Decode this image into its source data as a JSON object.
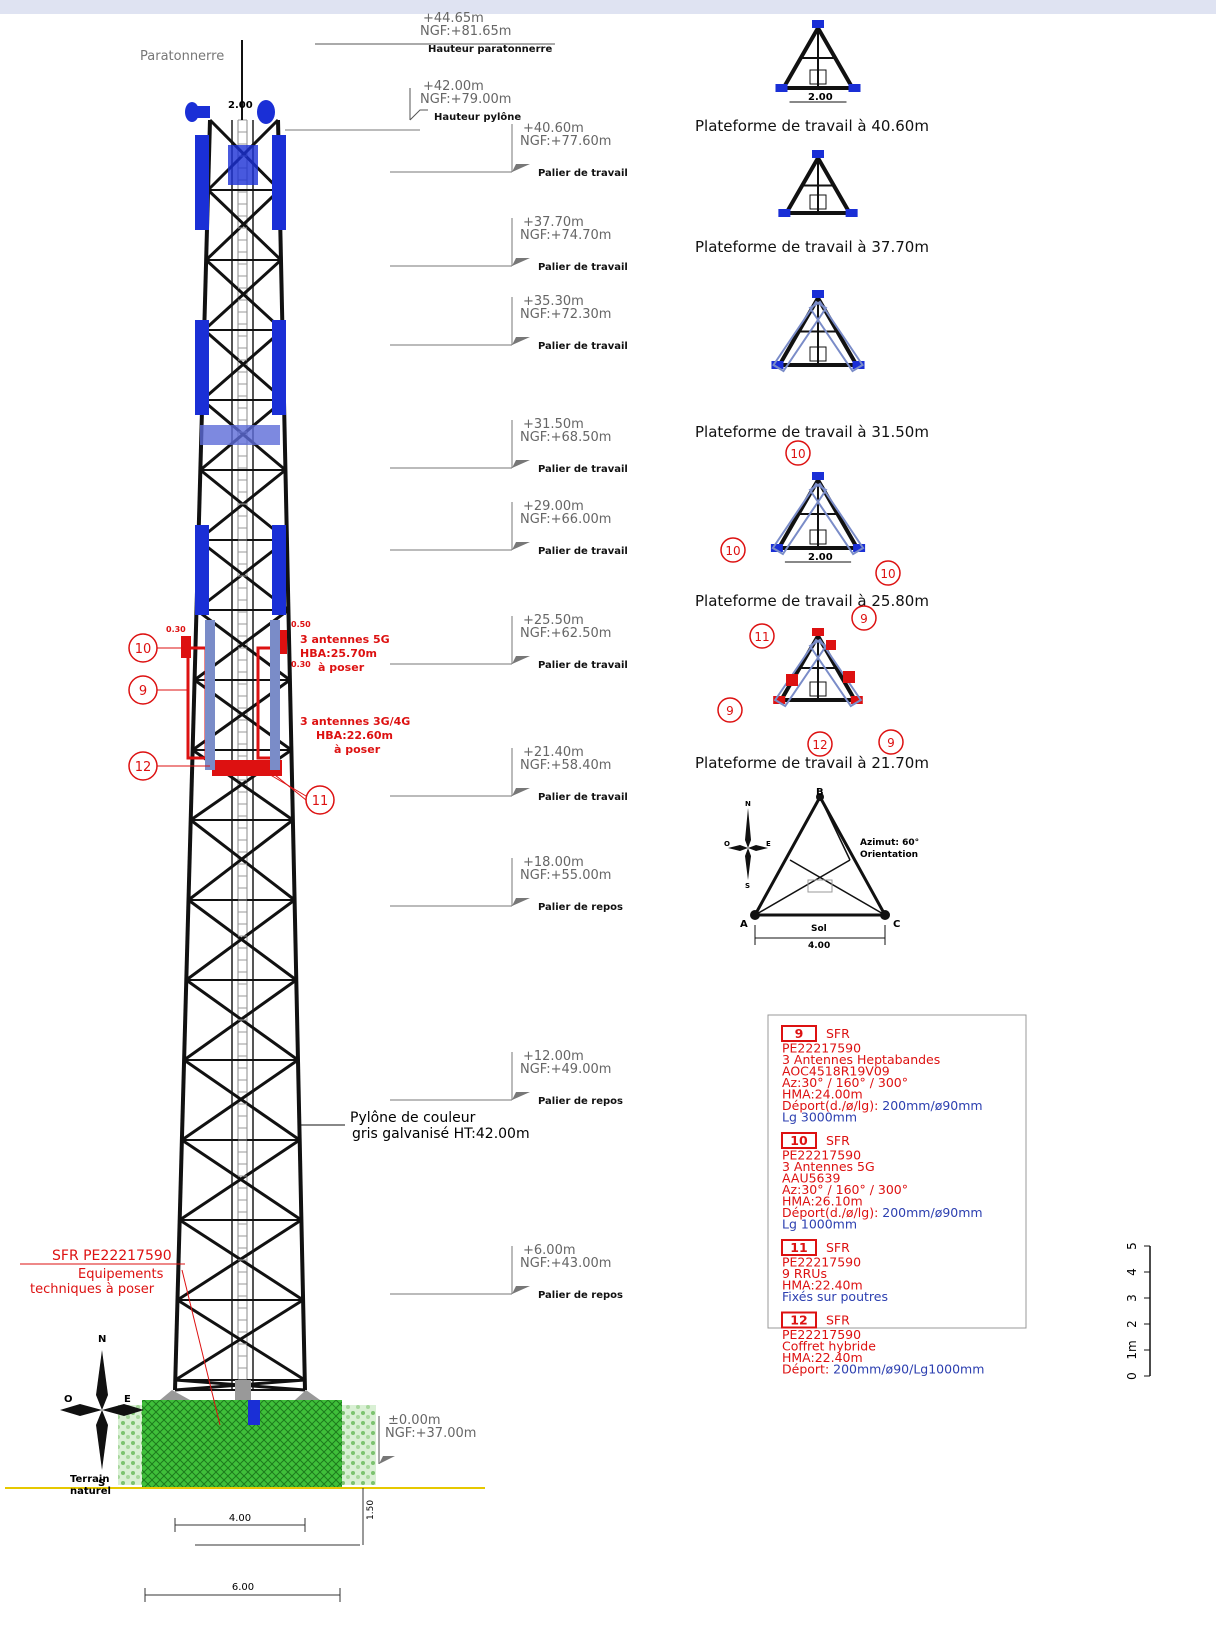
{
  "elevation_labels": [
    {
      "rel": "+44.65m",
      "ngf": "NGF:+81.65m",
      "note": "Hauteur paratonnerre"
    },
    {
      "rel": "+42.00m",
      "ngf": "NGF:+79.00m",
      "note": "Hauteur pylône"
    },
    {
      "rel": "+40.60m",
      "ngf": "NGF:+77.60m",
      "note": "Palier de travail"
    },
    {
      "rel": "+37.70m",
      "ngf": "NGF:+74.70m",
      "note": "Palier de travail"
    },
    {
      "rel": "+35.30m",
      "ngf": "NGF:+72.30m",
      "note": "Palier de travail"
    },
    {
      "rel": "+31.50m",
      "ngf": "NGF:+68.50m",
      "note": "Palier de travail"
    },
    {
      "rel": "+29.00m",
      "ngf": "NGF:+66.00m",
      "note": "Palier de travail"
    },
    {
      "rel": "+25.50m",
      "ngf": "NGF:+62.50m",
      "note": "Palier de travail"
    },
    {
      "rel": "+21.40m",
      "ngf": "NGF:+58.40m",
      "note": "Palier de travail"
    },
    {
      "rel": "+18.00m",
      "ngf": "NGF:+55.00m",
      "note": "Palier de repos"
    },
    {
      "rel": "+12.00m",
      "ngf": "NGF:+49.00m",
      "note": "Palier de repos"
    },
    {
      "rel": "+6.00m",
      "ngf": "NGF:+43.00m",
      "note": "Palier de repos"
    },
    {
      "rel": "±0.00m",
      "ngf": "NGF:+37.00m",
      "note": ""
    }
  ],
  "tower": {
    "lightning_rod": "Paratonnerre",
    "top_width": "2.00",
    "description_1": "Pylône de couleur",
    "description_2": "gris galvanisé HT:42.00m",
    "terrain_1": "Terrain",
    "terrain_2": "naturel",
    "base_dim_1": "4.00",
    "base_dim_2": "6.00",
    "depth_dim": "1.50",
    "equip_1": "SFR PE22217590",
    "equip_2": "Equipements",
    "equip_3": "techniques à poser",
    "ant5g_1": "3 antennes 5G",
    "ant5g_2": "HBA:25.70m",
    "ant5g_3": "à poser",
    "ant4g_1": "3 antennes 3G/4G",
    "ant4g_2": "HBA:22.60m",
    "ant4g_3": "à poser",
    "offset_a": "0.30",
    "offset_b": "0.50",
    "offset_c": "0.30",
    "callout_10": "10",
    "callout_9": "9",
    "callout_12": "12",
    "callout_11": "11"
  },
  "compass": {
    "n": "N",
    "s": "S",
    "e": "E",
    "o": "O"
  },
  "platforms": [
    {
      "label": "Plateforme de travail à 40.60m",
      "dim": "2.00"
    },
    {
      "label": "Plateforme de travail à 37.70m",
      "dim": ""
    },
    {
      "label": "Plateforme de travail à 31.50m",
      "dim": ""
    },
    {
      "label": "Plateforme de travail à 25.80m",
      "dim": "2.00"
    },
    {
      "label": "Plateforme de travail à 21.70m",
      "dim": ""
    }
  ],
  "plan_callouts": {
    "c10": "10",
    "c11": "11",
    "c9": "9",
    "c12": "12"
  },
  "ground_plan": {
    "a": "A",
    "b": "B",
    "c": "C",
    "azimut_1": "Azimut: 60°",
    "azimut_2": "Orientation",
    "sol": "Sol",
    "dim": "4.00"
  },
  "legend": [
    {
      "num": "9",
      "brand": "SFR",
      "lines_red": [
        "PE22217590",
        "3 Antennes Heptabandes",
        "AOC4518R19V09",
        "Az:30° / 160° / 300°",
        "HMA:24.00m"
      ],
      "deport_label": "Déport(d./ø/lg):",
      "deport_value": "200mm/ø90mm",
      "length": "Lg 3000mm"
    },
    {
      "num": "10",
      "brand": "SFR",
      "lines_red": [
        "PE22217590",
        "3 Antennes 5G",
        "AAU5639",
        "Az:30° / 160° / 300°",
        "HMA:26.10m"
      ],
      "deport_label": "Déport(d./ø/lg):",
      "deport_value": "200mm/ø90mm",
      "length": "Lg 1000mm"
    },
    {
      "num": "11",
      "brand": "SFR",
      "lines_red": [
        "PE22217590",
        "9 RRUs",
        "HMA:22.40m"
      ],
      "note": "Fixés sur poutres"
    },
    {
      "num": "12",
      "brand": "SFR",
      "lines_red": [
        "PE22217590",
        "Coffret hybride",
        "HMA:22.40m"
      ],
      "deport_label": "Déport:",
      "deport_value": "200mm/ø90/Lg1000mm"
    }
  ],
  "scale_bar": {
    "labels": [
      "0",
      "1m",
      "2",
      "3",
      "4",
      "5"
    ]
  }
}
